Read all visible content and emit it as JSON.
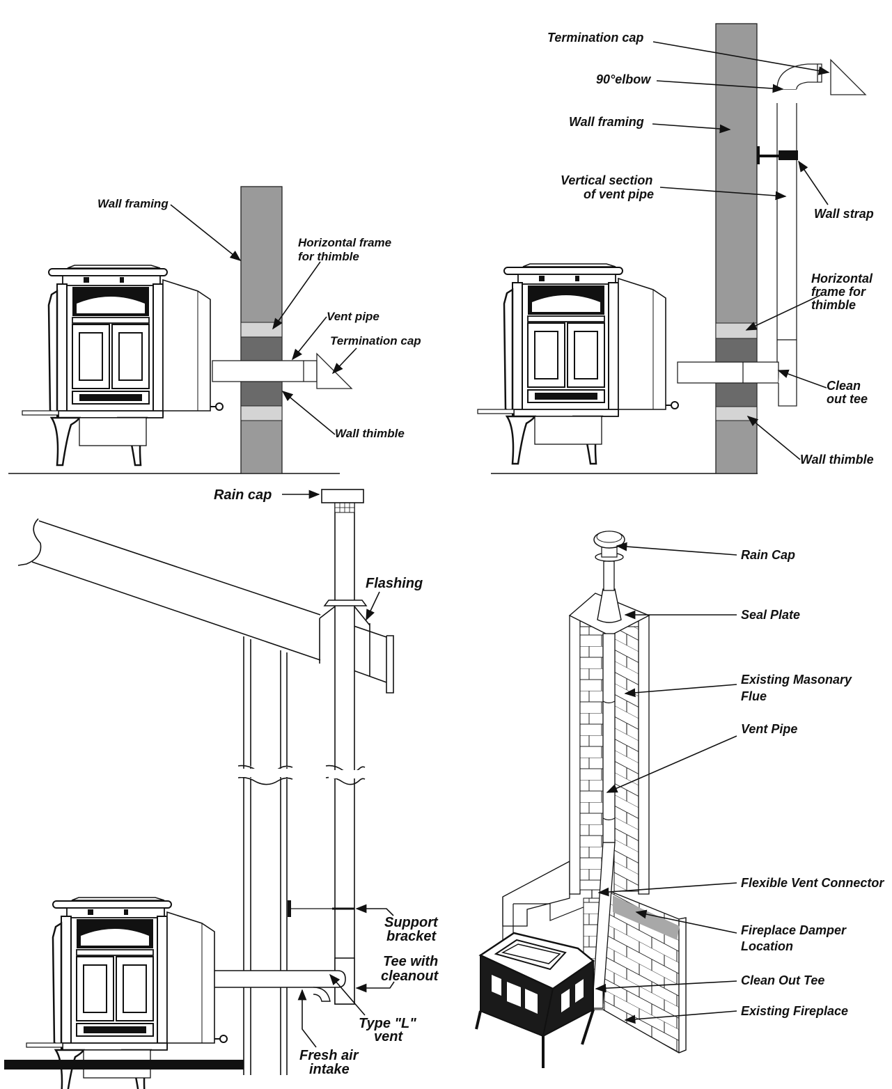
{
  "colors": {
    "wall_framing": "#9a9a9a",
    "wall_thimble": "#6a6a6a",
    "horizontal_frame": "#d4d4d4",
    "damper": "#a8a8a8",
    "line": "#111111"
  },
  "panels": {
    "horizontal_through_wall": {
      "labels": {
        "wall_framing": "Wall framing",
        "horizontal_frame_1": "Horizontal frame",
        "horizontal_frame_2": "for thimble",
        "vent_pipe": "Vent pipe",
        "termination_cap": "Termination cap",
        "wall_thimble": "Wall thimble"
      }
    },
    "vertical_outside_wall": {
      "labels": {
        "termination_cap": "Termination cap",
        "elbow": "90°elbow",
        "wall_framing": "Wall framing",
        "vertical_section_1": "Vertical section",
        "vertical_section_2": "of vent pipe",
        "wall_strap": "Wall strap",
        "horizontal_frame_1": "Horizontal",
        "horizontal_frame_2": "frame for",
        "horizontal_frame_3": "thimble",
        "clean_out_1": "Clean",
        "clean_out_2": "out tee",
        "wall_thimble": "Wall thimble"
      }
    },
    "through_roof": {
      "labels": {
        "rain_cap": "Rain cap",
        "flashing": "Flashing",
        "support_1": "Support",
        "support_2": "bracket",
        "tee_1": "Tee with",
        "tee_2": "cleanout",
        "type_l_1": "Type \"L\"",
        "type_l_2": "vent",
        "fresh_air_1": "Fresh air",
        "fresh_air_2": "intake"
      }
    },
    "masonry_chimney": {
      "labels": {
        "rain_cap": "Rain Cap",
        "seal_plate": "Seal Plate",
        "masonry_1": "Existing Masonary",
        "masonry_2": "Flue",
        "vent_pipe": "Vent Pipe",
        "flex_connector": "Flexible Vent Connector",
        "damper_1": "Fireplace Damper",
        "damper_2": "Location",
        "clean_out": "Clean Out Tee",
        "existing_fireplace": "Existing Fireplace"
      }
    }
  }
}
